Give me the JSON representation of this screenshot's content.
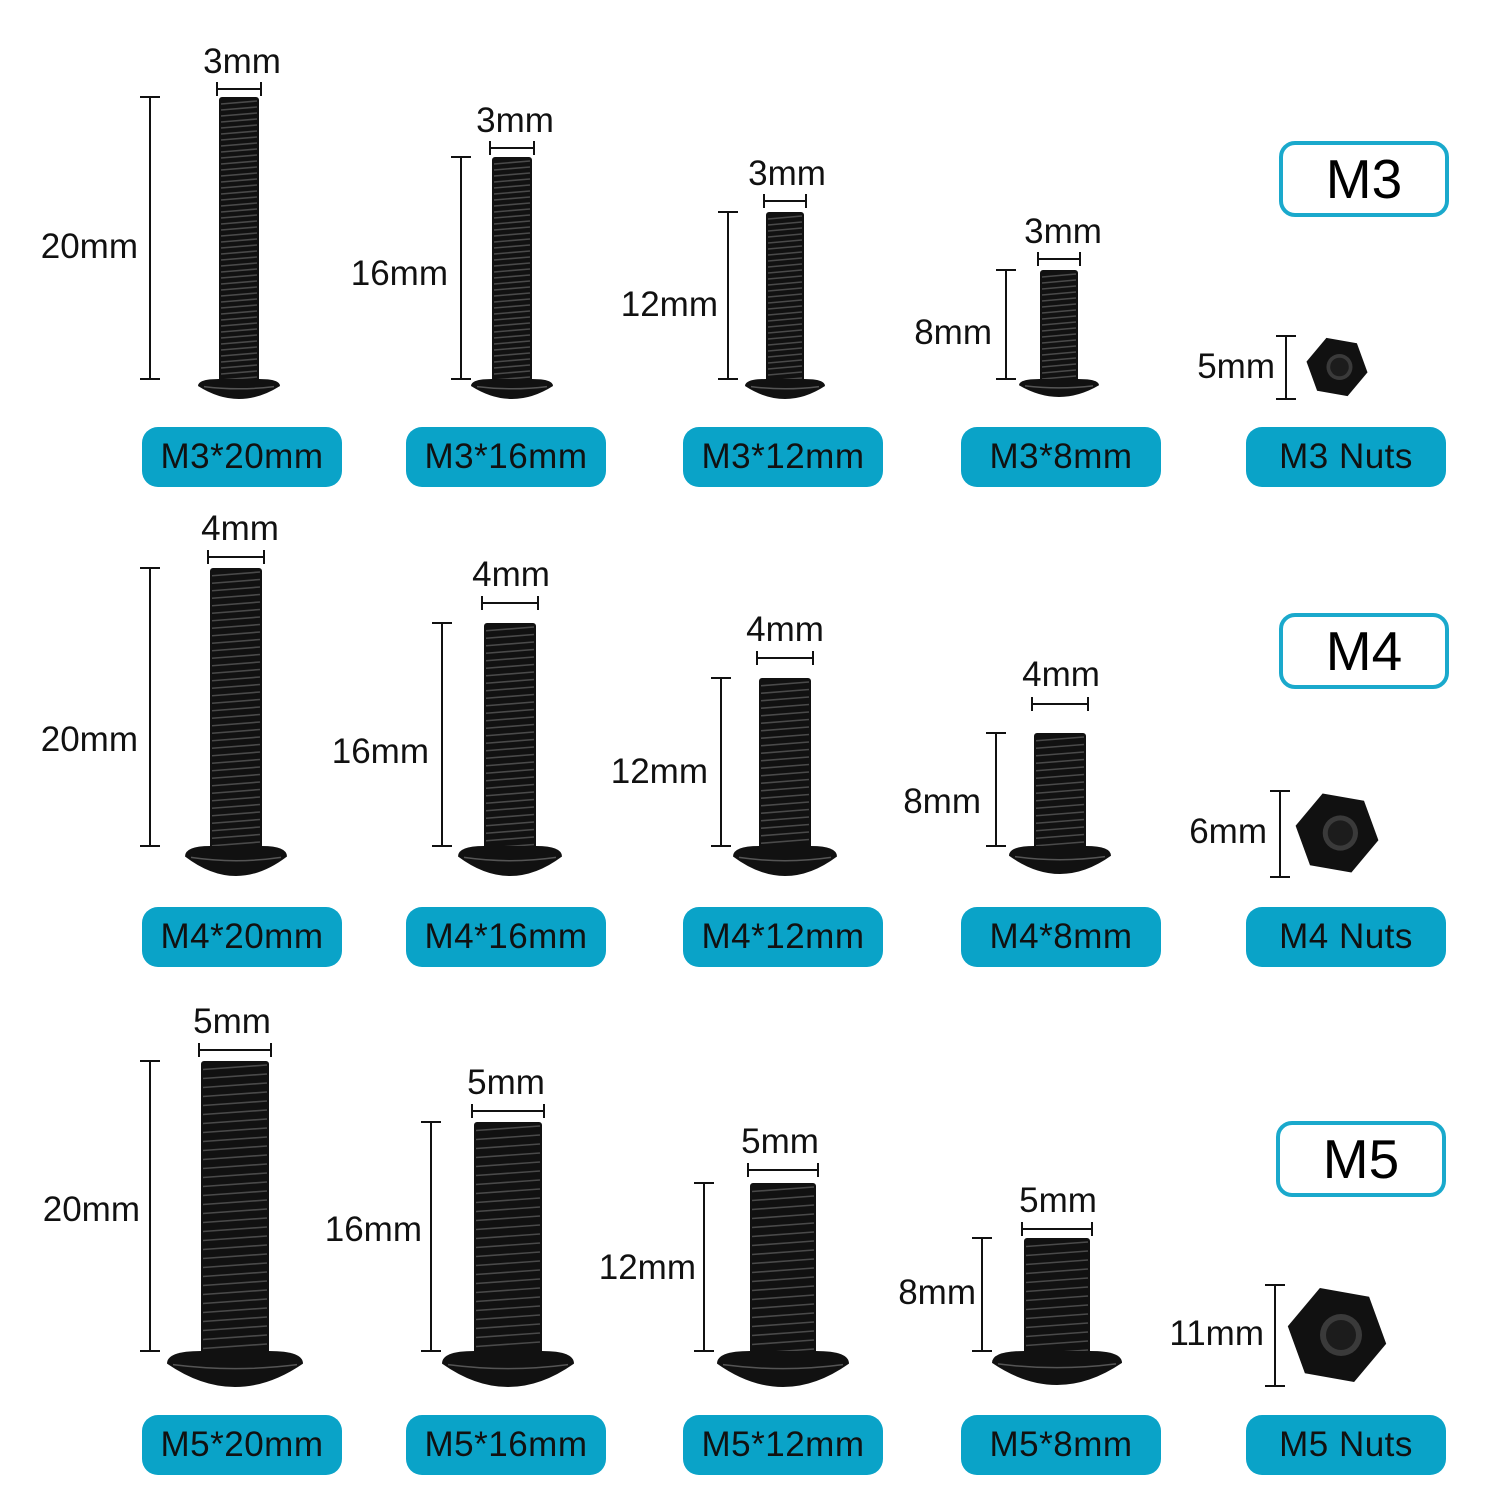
{
  "badges": [
    "M3",
    "M4",
    "M5"
  ],
  "rows": [
    {
      "screws": [
        {
          "label": "M3*20mm",
          "length": "20mm",
          "width": "3mm",
          "length_mm": 20,
          "diameter_mm": 3
        },
        {
          "label": "M3*16mm",
          "length": "16mm",
          "width": "3mm",
          "length_mm": 16,
          "diameter_mm": 3
        },
        {
          "label": "M3*12mm",
          "length": "12mm",
          "width": "3mm",
          "length_mm": 12,
          "diameter_mm": 3
        },
        {
          "label": "M3*8mm",
          "length": "8mm",
          "width": "3mm",
          "length_mm": 8,
          "diameter_mm": 3
        }
      ],
      "nut": {
        "label": "M3 Nuts",
        "size": "5mm",
        "size_mm": 5
      }
    },
    {
      "screws": [
        {
          "label": "M4*20mm",
          "length": "20mm",
          "width": "4mm",
          "length_mm": 20,
          "diameter_mm": 4
        },
        {
          "label": "M4*16mm",
          "length": "16mm",
          "width": "4mm",
          "length_mm": 16,
          "diameter_mm": 4
        },
        {
          "label": "M4*12mm",
          "length": "12mm",
          "width": "4mm",
          "length_mm": 12,
          "diameter_mm": 4
        },
        {
          "label": "M4*8mm",
          "length": "8mm",
          "width": "4mm",
          "length_mm": 8,
          "diameter_mm": 4
        }
      ],
      "nut": {
        "label": "M4 Nuts",
        "size": "6mm",
        "size_mm": 6
      }
    },
    {
      "screws": [
        {
          "label": "M5*20mm",
          "length": "20mm",
          "width": "5mm",
          "length_mm": 20,
          "diameter_mm": 5
        },
        {
          "label": "M5*16mm",
          "length": "16mm",
          "width": "5mm",
          "length_mm": 16,
          "diameter_mm": 5
        },
        {
          "label": "M5*12mm",
          "length": "12mm",
          "width": "5mm",
          "length_mm": 12,
          "diameter_mm": 5
        },
        {
          "label": "M5*8mm",
          "length": "8mm",
          "width": "5mm",
          "length_mm": 8,
          "diameter_mm": 5
        }
      ],
      "nut": {
        "label": "M5 Nuts",
        "size": "11mm",
        "size_mm": 11
      }
    }
  ],
  "colors": {
    "label_bg": "#0aa3c8",
    "badge_border": "#1aa9cc",
    "hardware": "#111111"
  }
}
